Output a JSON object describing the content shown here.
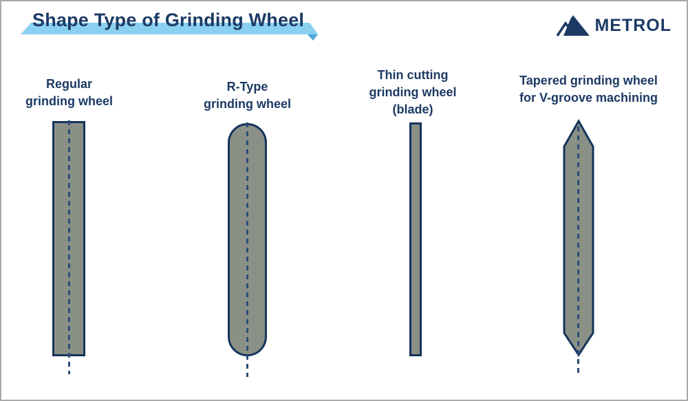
{
  "colors": {
    "navy": "#1c3a64",
    "shape-border": "#14345c",
    "dash": "#2c4c78",
    "fill-gray": "#8a9086",
    "band-blue": "#8ad0f0",
    "band-fold": "#4fa8d8",
    "frame-gray": "#a9a9a9",
    "box-white": "#ffffff"
  },
  "header": {
    "title": "Shape Type of Grinding Wheel",
    "logo": {
      "text": "METROL",
      "icon": "mountain-logo-icon"
    }
  },
  "wheels": [
    {
      "id": "regular",
      "shape": "rectangle",
      "label_lines": [
        "Regular",
        "grinding wheel"
      ]
    },
    {
      "id": "r-type",
      "shape": "capsule",
      "label_lines": [
        "R-Type",
        "grinding wheel"
      ]
    },
    {
      "id": "thin-cutting",
      "shape": "thin-blade",
      "label_lines": [
        "Thin cutting",
        "grinding wheel",
        "(blade)"
      ]
    },
    {
      "id": "tapered",
      "shape": "tapered-pencil",
      "label_lines": [
        "Tapered grinding wheel",
        "for V-groove machining"
      ]
    }
  ]
}
